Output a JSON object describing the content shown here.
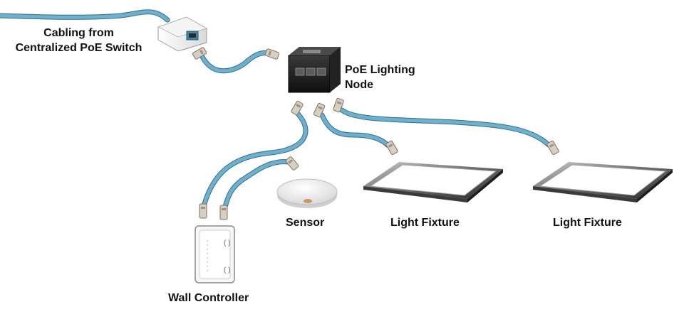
{
  "labels": {
    "cabling_line1": "Cabling from",
    "cabling_line2": "Centralized PoE Switch",
    "node_line1": "PoE Lighting",
    "node_line2": "Node",
    "sensor": "Sensor",
    "light_fixture_1": "Light Fixture",
    "light_fixture_2": "Light Fixture",
    "wall_controller": "Wall Controller"
  },
  "colors": {
    "cable": "#6fb0cf",
    "node_body": "#1c1c1c",
    "connector": "#d9cfc0",
    "fixture_frame": "#5a5a5a",
    "fixture_panel": "#ffffff"
  }
}
